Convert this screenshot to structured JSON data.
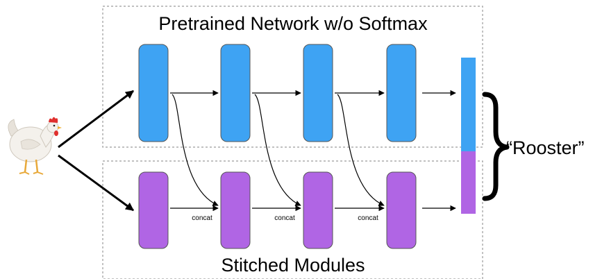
{
  "top_box": {
    "title": "Pretrained Network w/o Softmax"
  },
  "bottom_box": {
    "title": "Stitched Modules"
  },
  "concat_labels": [
    "concat",
    "concat",
    "concat"
  ],
  "output": {
    "label": "“Rooster”"
  },
  "icons": {
    "input": "rooster-icon",
    "brace": "right-curly-brace"
  },
  "colors": {
    "pretrained": "#3ea3f3",
    "stitched": "#b065e4",
    "box_border": "#9a9a9a"
  }
}
